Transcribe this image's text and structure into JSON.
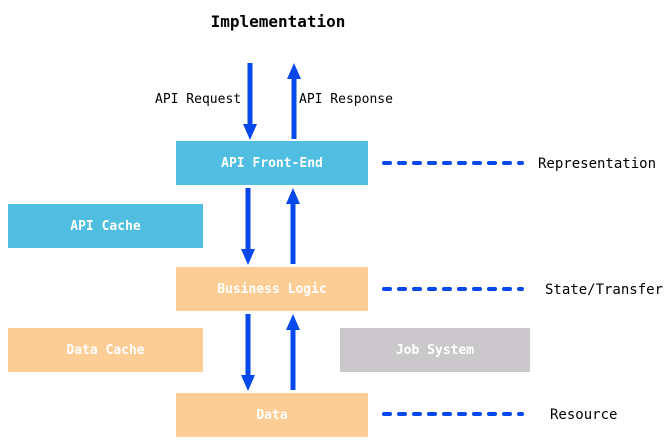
{
  "title": "Implementation",
  "flow_labels": {
    "request": "API Request",
    "response": "API Response"
  },
  "layers": [
    {
      "label": "API Front-End",
      "annotation": "Representation"
    },
    {
      "label": "Business Logic",
      "annotation": "State/Transfer"
    },
    {
      "label": "Data",
      "annotation": "Resource"
    }
  ],
  "side_boxes": [
    {
      "label": "API Cache"
    },
    {
      "label": "Data Cache"
    },
    {
      "label": "Job System"
    }
  ],
  "colors": {
    "box_blue": "#4FBEE0",
    "box_orange": "#FCCE96",
    "box_gray": "#CBC8CC",
    "arrow_blue": "#0548EC",
    "dash_blue": "#0548EC",
    "text_light": "#FFFFFF",
    "text_dark": "#000000"
  }
}
